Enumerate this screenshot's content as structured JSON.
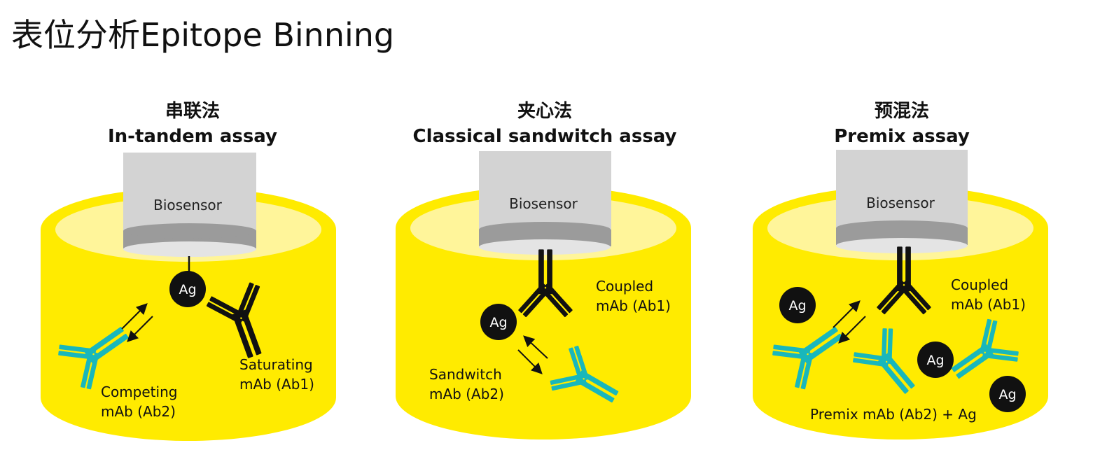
{
  "title": "表位分析Epitope Binning",
  "panels": [
    {
      "heading_cn": "串联法",
      "heading_en": "In-tandem assay",
      "sensor_label": "Biosensor",
      "antigen_label": "Ag",
      "label_a_1": "Saturating",
      "label_a_2": "mAb (Ab1)",
      "label_b_1": "Competing",
      "label_b_2": "mAb (Ab2)"
    },
    {
      "heading_cn": "夹心法",
      "heading_en": "Classical sandwitch assay",
      "sensor_label": "Biosensor",
      "antigen_label": "Ag",
      "label_a_1": "Coupled",
      "label_a_2": "mAb (Ab1)",
      "label_b_1": "Sandwitch",
      "label_b_2": "mAb (Ab2)"
    },
    {
      "heading_cn": "预混法",
      "heading_en": "Premix assay",
      "sensor_label": "Biosensor",
      "antigen_labels": [
        "Ag",
        "Ag",
        "Ag"
      ],
      "label_a_1": "Coupled",
      "label_a_2": "mAb (Ab1)",
      "label_premix": "Premix mAb (Ab2) + Ag"
    }
  ],
  "colors": {
    "well_yellow": "#FFEB00",
    "well_inner": "#FFF59A",
    "sensor_gray": "#D3D3D3",
    "sensor_band": "#9B9B9B",
    "sensor_tip": "#E4E4E4",
    "antibody_black": "#111111",
    "antibody_teal": "#19B7BB"
  }
}
